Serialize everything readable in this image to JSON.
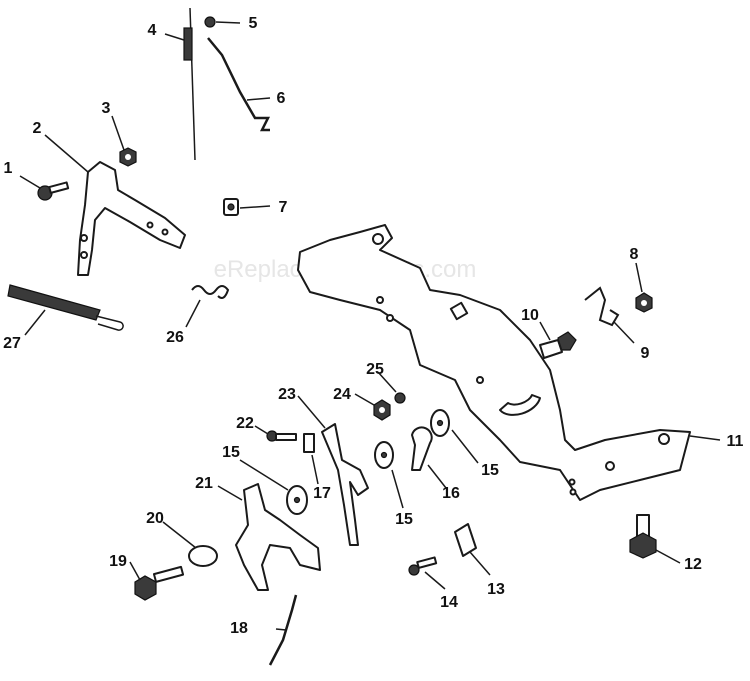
{
  "diagram": {
    "watermark": "eReplacementParts.com"
  },
  "callouts": [
    "1",
    "2",
    "3",
    "4",
    "5",
    "6",
    "7",
    "8",
    "9",
    "10",
    "11",
    "12",
    "13",
    "14",
    "15",
    "16",
    "17",
    "18",
    "19",
    "20",
    "21",
    "22",
    "23",
    "24",
    "25",
    "26",
    "27"
  ]
}
